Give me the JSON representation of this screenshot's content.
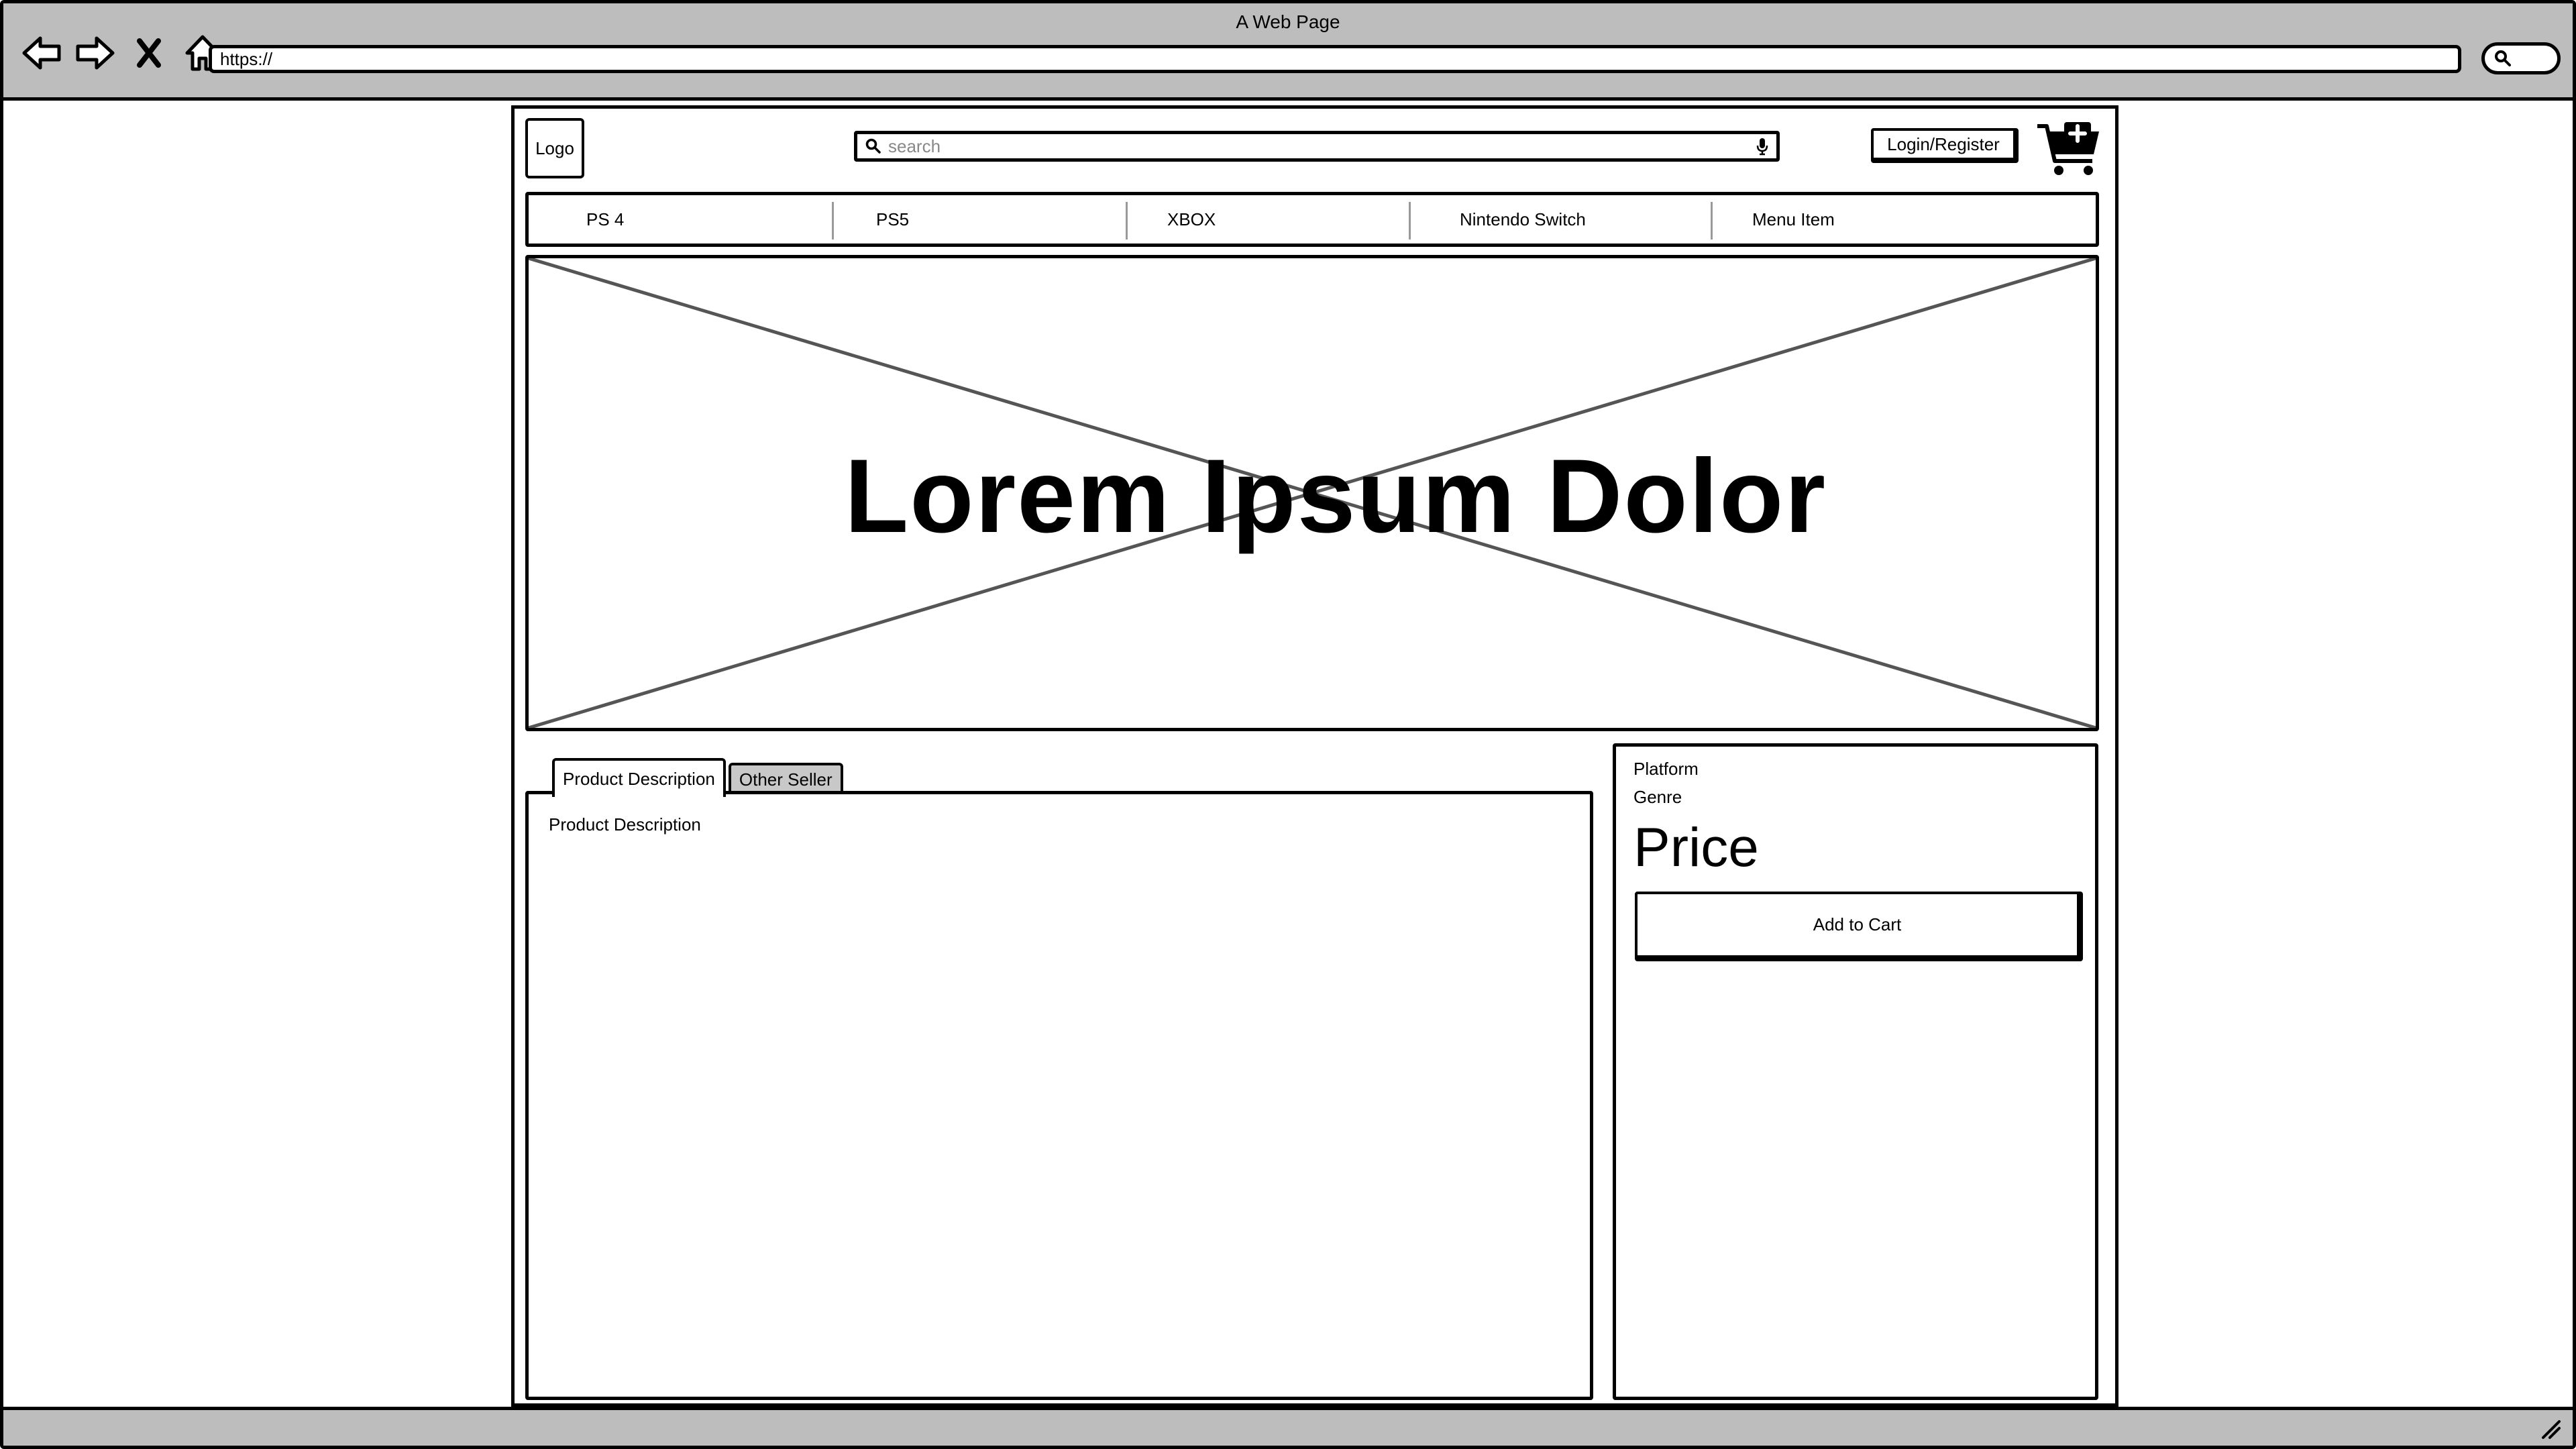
{
  "browser": {
    "window_title": "A Web Page",
    "url": "https://",
    "icons": [
      "back-arrow-icon",
      "forward-arrow-icon",
      "close-x-icon",
      "home-icon",
      "search-icon"
    ]
  },
  "header": {
    "logo_label": "Logo",
    "search_placeholder": "search",
    "login_label": "Login/Register",
    "cart_icon": "shopping-cart-add-icon"
  },
  "menu": {
    "items": [
      {
        "label": "PS 4"
      },
      {
        "label": "PS5"
      },
      {
        "label": "XBOX"
      },
      {
        "label": "Nintendo Switch"
      },
      {
        "label": "Menu Item"
      }
    ]
  },
  "hero": {
    "title": "Lorem Ipsum Dolor"
  },
  "tabs": {
    "items": [
      {
        "label": "Product Description",
        "active": true
      },
      {
        "label": "Other Seller",
        "active": false
      }
    ],
    "panel_text": "Product Description"
  },
  "product": {
    "platform_label": "Platform",
    "genre_label": "Genre",
    "price_label": "Price",
    "add_to_cart_label": "Add to Cart"
  }
}
